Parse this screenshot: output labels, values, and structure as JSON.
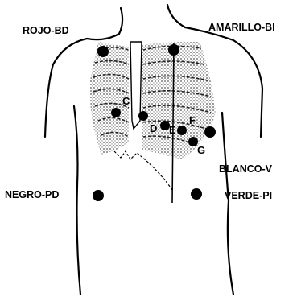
{
  "electrodes": [
    {
      "key": "ra",
      "label": "ROJO-BD"
    },
    {
      "key": "la",
      "label": "AMARILLO-BI"
    },
    {
      "key": "ll",
      "label": "VERDE-PI"
    },
    {
      "key": "rl",
      "label": "NEGRO-PD"
    },
    {
      "key": "v",
      "label": "BLANCO-V"
    }
  ],
  "chest_positions": [
    "C",
    "D",
    "E",
    "F",
    "G"
  ],
  "colors": {
    "ink": "#000000",
    "paper": "#ffffff",
    "rib_shading": "#777777"
  }
}
